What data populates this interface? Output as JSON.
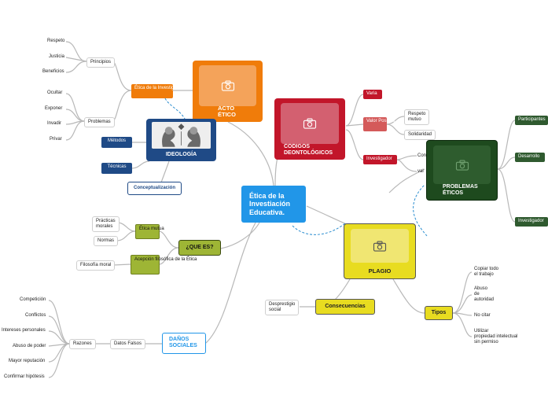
{
  "root": {
    "label": "Ética de la\nInvestiación\nEducativa."
  },
  "acto": {
    "label": "ACTO\nÉTICO",
    "etica": "Ética de\nla Investigación.",
    "principios": "Principios",
    "problemas": "Problemas",
    "principios_items": [
      "Respeto",
      "Justicia",
      "Beneficios"
    ],
    "problemas_items": [
      "Ocultar",
      "Exponer",
      "Invadir",
      "Privar"
    ]
  },
  "ideologia": {
    "label": "IDEOLOGÍA",
    "metodos": "Métodos",
    "tecnicas": "Técnicas",
    "concept": "Conceptualización"
  },
  "codigos": {
    "label": "CODIGOS\nDEONTOLÓGICOS",
    "varia": "Varia",
    "valor": "Valor\nPositivo",
    "respeto": "Respeto\nmutuo",
    "solidaridad": "Solidaridad",
    "investigador": "Investigador",
    "partial1": "Con",
    "partial2": "val"
  },
  "problemas_eticos": {
    "label": "PROBLEMAS\nÉTICOS",
    "items": [
      "Participantes",
      "Desarrollo",
      "Investigador"
    ]
  },
  "plagio": {
    "label": "PLAGIO",
    "consecuencias": "Consecuencias",
    "desprestigio": "Desprestigio\nsocial",
    "tipos": "Tipos",
    "tipos_items": [
      "Copiar todo\nel trabajo",
      "Abuso\nde\nautoridad",
      "No citar",
      "Utilizar\npropiedad intelectual\nsin permiso"
    ]
  },
  "que_es": {
    "label": "¿QUE ES?",
    "etica_mutua": "Ética\nmutua",
    "practicas": "Prácticas\nmorales",
    "normas": "Normas",
    "acepcion": "Acepción\nfilosófica\nde la Ética",
    "filosofia": "Filosofía moral"
  },
  "danos": {
    "label": "DAÑOS\nSOCIALES",
    "datos_falsos": "Datos Falsos",
    "razones": "Razones",
    "items": [
      "Competición",
      "Conflictos",
      "Intereses personales",
      "Abuso de poder",
      "Mayor reputación",
      "Confirmar hipótesis"
    ]
  },
  "colors": {
    "acto": "#F07C0A",
    "codigos": "#C2162A",
    "ideologia": "#1F4A86",
    "problemas_eticos": "#1E4A1E",
    "plagio": "#E8DC20",
    "olive": "#9EB535",
    "root": "#2196E8",
    "connector": "#b8b8b8",
    "dashed": "#2E8FD0"
  }
}
